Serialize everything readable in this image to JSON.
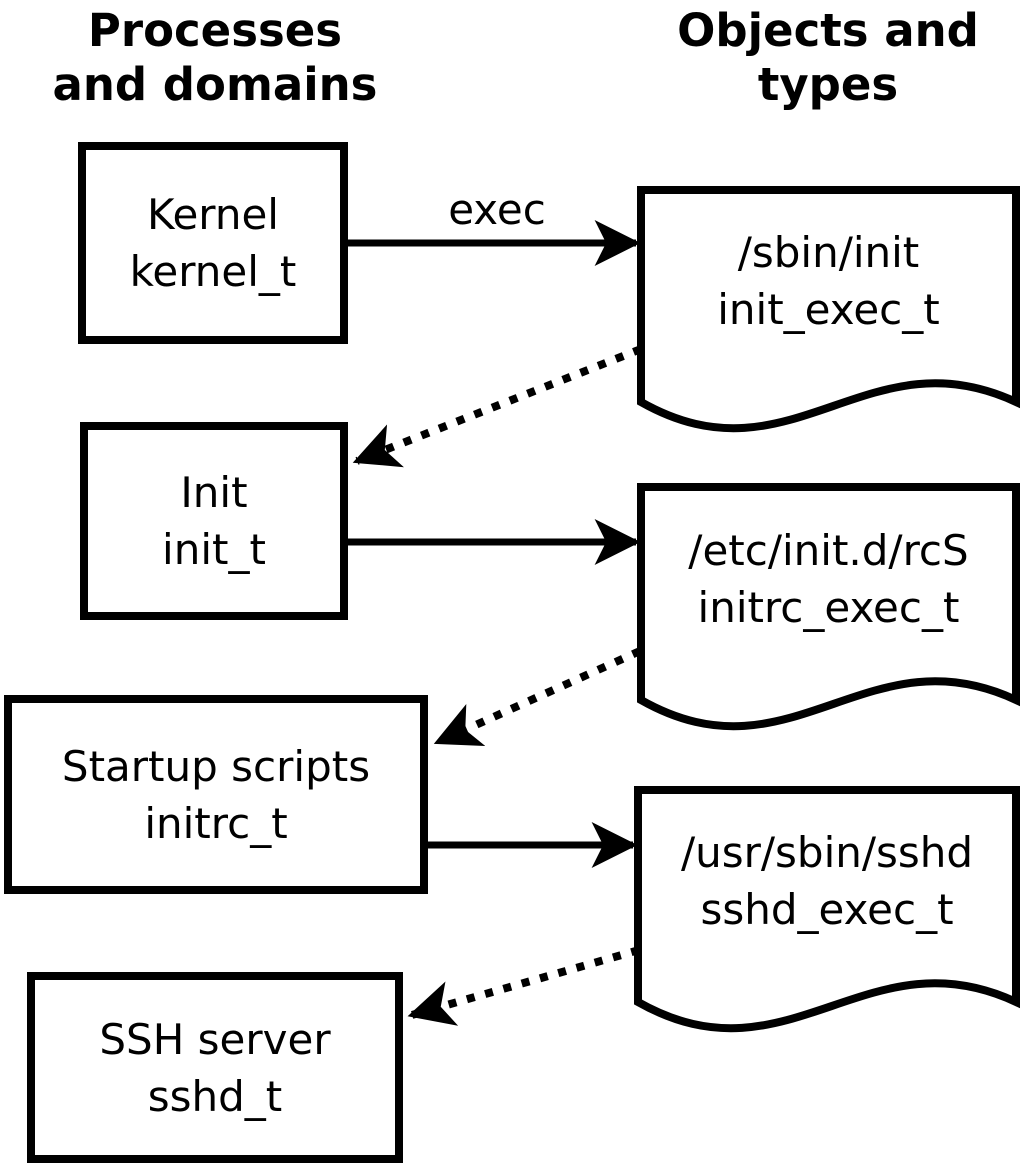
{
  "colors": {
    "ink": "#000000",
    "paper": "#ffffff"
  },
  "headings": {
    "processes": {
      "line1": "Processes",
      "line2": "and domains"
    },
    "objects": {
      "line1": "Objects and",
      "line2": "types"
    }
  },
  "process_nodes": [
    {
      "name": "Kernel",
      "domain": "kernel_t"
    },
    {
      "name": "Init",
      "domain": "init_t"
    },
    {
      "name": "Startup scripts",
      "domain": "initrc_t"
    },
    {
      "name": "SSH server",
      "domain": "sshd_t"
    }
  ],
  "object_nodes": [
    {
      "path": "/sbin/init",
      "type": "init_exec_t"
    },
    {
      "path": "/etc/init.d/rcS",
      "type": "initrc_exec_t"
    },
    {
      "path": "/usr/sbin/sshd",
      "type": "sshd_exec_t"
    }
  ],
  "edges": {
    "exec_label": "exec",
    "solid": [
      {
        "from": "kernel_t",
        "to": "init_exec_t",
        "label": "exec",
        "style": "solid"
      },
      {
        "from": "init_t",
        "to": "initrc_exec_t",
        "label": "",
        "style": "solid"
      },
      {
        "from": "initrc_t",
        "to": "sshd_exec_t",
        "label": "",
        "style": "solid"
      }
    ],
    "dotted": [
      {
        "from": "init_exec_t",
        "to": "init_t",
        "style": "dotted"
      },
      {
        "from": "initrc_exec_t",
        "to": "initrc_t",
        "style": "dotted"
      },
      {
        "from": "sshd_exec_t",
        "to": "sshd_t",
        "style": "dotted"
      }
    ]
  }
}
